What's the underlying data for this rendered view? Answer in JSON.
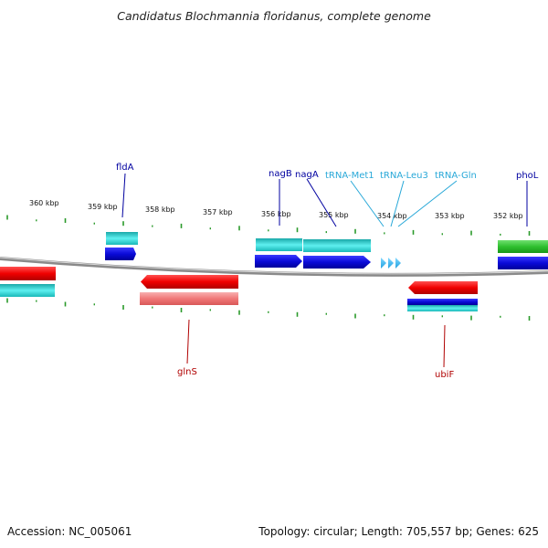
{
  "title": "Candidatus Blochmannia floridanus, complete genome",
  "accession": "Accession: NC_005061",
  "summary": "Topology: circular; Length: 705,557 bp; Genes: 625",
  "colors": {
    "backbone": "#8a8a8a",
    "ticks": "#2a9a2a",
    "cds_blue": "#1010e0",
    "cds_cyan": "#20d0d0",
    "cds_red": "#f01010",
    "cds_pink": "#f08080",
    "cds_green": "#30c030",
    "trna": "#40b8f0",
    "label_blue": "#0000a0",
    "label_cyan": "#28a8d8",
    "label_red": "#b00000"
  },
  "scale_labels": [
    "360 kbp",
    "359 kbp",
    "358 kbp",
    "357 kbp",
    "356 kbp",
    "355 kbp",
    "354 kbp",
    "353 kbp",
    "352 kbp"
  ],
  "gene_labels": {
    "fldA": "fldA",
    "nagB": "nagB",
    "nagA": "nagA",
    "trna_met": "tRNA-Met1",
    "trna_leu": "tRNA-Leu3",
    "trna_gln": "tRNA-Gln",
    "phoL": "phoL",
    "glnS": "glnS",
    "ubiF": "ubiF"
  }
}
